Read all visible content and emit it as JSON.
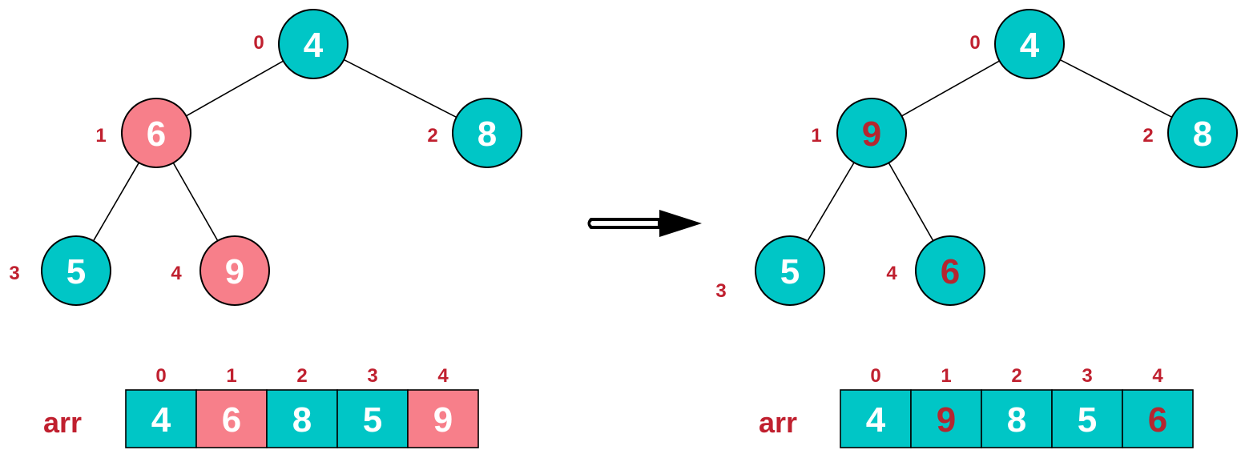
{
  "colors": {
    "teal": "#00C6C6",
    "pink": "#F77F8A",
    "label_red": "#C0202F",
    "white": "#FFFFFF",
    "dark_red_text": "#B5262F"
  },
  "before": {
    "array_label": "arr",
    "nodes": [
      {
        "index": "0",
        "value": "4",
        "fill": "teal",
        "text": "white"
      },
      {
        "index": "1",
        "value": "6",
        "fill": "pink",
        "text": "white"
      },
      {
        "index": "2",
        "value": "8",
        "fill": "teal",
        "text": "white"
      },
      {
        "index": "3",
        "value": "5",
        "fill": "teal",
        "text": "white"
      },
      {
        "index": "4",
        "value": "9",
        "fill": "pink",
        "text": "white"
      }
    ],
    "cells": [
      {
        "index": "0",
        "value": "4",
        "fill": "teal",
        "text": "white"
      },
      {
        "index": "1",
        "value": "6",
        "fill": "pink",
        "text": "white"
      },
      {
        "index": "2",
        "value": "8",
        "fill": "teal",
        "text": "white"
      },
      {
        "index": "3",
        "value": "5",
        "fill": "teal",
        "text": "white"
      },
      {
        "index": "4",
        "value": "9",
        "fill": "pink",
        "text": "white"
      }
    ]
  },
  "after": {
    "array_label": "arr",
    "nodes": [
      {
        "index": "0",
        "value": "4",
        "fill": "teal",
        "text": "white"
      },
      {
        "index": "1",
        "value": "9",
        "fill": "teal",
        "text": "dark_red_text"
      },
      {
        "index": "2",
        "value": "8",
        "fill": "teal",
        "text": "white"
      },
      {
        "index": "3",
        "value": "5",
        "fill": "teal",
        "text": "white"
      },
      {
        "index": "4",
        "value": "6",
        "fill": "teal",
        "text": "dark_red_text"
      }
    ],
    "cells": [
      {
        "index": "0",
        "value": "4",
        "fill": "teal",
        "text": "white"
      },
      {
        "index": "1",
        "value": "9",
        "fill": "teal",
        "text": "dark_red_text"
      },
      {
        "index": "2",
        "value": "8",
        "fill": "teal",
        "text": "white"
      },
      {
        "index": "3",
        "value": "5",
        "fill": "teal",
        "text": "white"
      },
      {
        "index": "4",
        "value": "6",
        "fill": "teal",
        "text": "dark_red_text"
      }
    ]
  },
  "arrow_icon": "double-line-right-arrow-icon"
}
